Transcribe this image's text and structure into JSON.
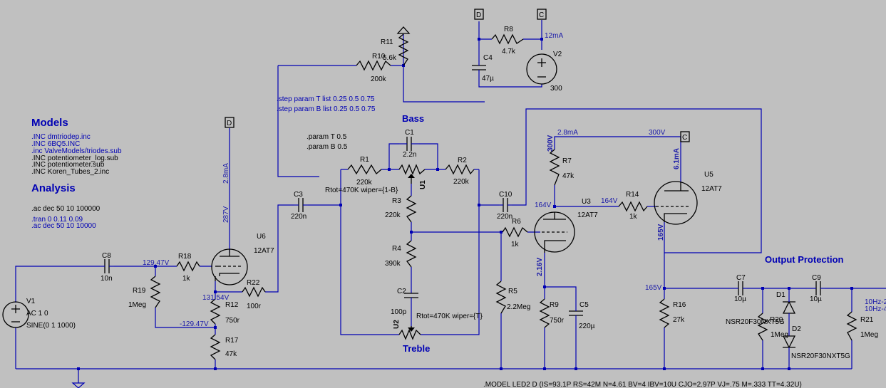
{
  "headings": {
    "models": "Models",
    "analysis": "Analysis",
    "bass": "Bass",
    "treble": "Treble",
    "output_protection": "Output Protection"
  },
  "includes": [
    ".INC dmtriodep.inc",
    ".INC 6BQ5.INC",
    ".inc ValveModels/triodes.sub",
    ".INC potentiometer_log.sub",
    ".INC potentiometer.sub",
    ".INC Koren_Tubes_2.inc"
  ],
  "analysis": {
    "ac1": ".ac dec 50 10 100000",
    "tran": ".tran 0 0.11 0.09",
    "ac2": ".ac dec 50 10 10000"
  },
  "params": {
    "step_t": ".step param T list 0.25 0.5 0.75",
    "step_b": ".step param B list 0.25 0.5 0.75",
    "param_t": ".param T 0.5",
    "param_b": ".param B 0.5"
  },
  "model_line": ".MODEL LED2 D (IS=93.1P RS=42M N=4.61 BV=4 IBV=10U CJO=2.97P VJ=.75 M=.333 TT=4.32U)",
  "pot_u1": "Rtot=470K wiper={1-B}",
  "pot_u2": "Rtot=470K wiper={T}",
  "components": {
    "V1": {
      "name": "V1",
      "l1": "AC 1 0",
      "l2": "SINE(0 1 1000)"
    },
    "V2": {
      "name": "V2",
      "value": "300"
    },
    "R1": {
      "name": "R1",
      "value": "220k"
    },
    "R2": {
      "name": "R2",
      "value": "220k"
    },
    "R3": {
      "name": "R3",
      "value": "220k"
    },
    "R4": {
      "name": "R4",
      "value": "390k"
    },
    "R5": {
      "name": "R5",
      "value": "2.2Meg"
    },
    "R6": {
      "name": "R6",
      "value": "1k"
    },
    "R7": {
      "name": "R7",
      "value": "47k"
    },
    "R8": {
      "name": "R8",
      "value": "4.7k"
    },
    "R9": {
      "name": "R9",
      "value": "750r"
    },
    "R10": {
      "name": "R10",
      "value": "200k"
    },
    "R11": {
      "name": "R11",
      "value": "5.6k"
    },
    "R12": {
      "name": "R12",
      "value": "750r"
    },
    "R14": {
      "name": "R14",
      "value": "1k"
    },
    "R16": {
      "name": "R16",
      "value": "27k"
    },
    "R17": {
      "name": "R17",
      "value": "47k"
    },
    "R18": {
      "name": "R18",
      "value": "1k"
    },
    "R19": {
      "name": "R19",
      "value": "1Meg"
    },
    "R20": {
      "name": "R20",
      "value": "1Meg"
    },
    "R21": {
      "name": "R21",
      "value": "1Meg"
    },
    "R22": {
      "name": "R22",
      "value": "100r"
    },
    "C1": {
      "name": "C1",
      "value": "2.2n"
    },
    "C2": {
      "name": "C2",
      "value": "100p"
    },
    "C3": {
      "name": "C3",
      "value": "220n"
    },
    "C4": {
      "name": "C4",
      "value": "47µ"
    },
    "C5": {
      "name": "C5",
      "value": "220µ"
    },
    "C7": {
      "name": "C7",
      "value": "10µ"
    },
    "C8": {
      "name": "C8",
      "value": "10n"
    },
    "C9": {
      "name": "C9",
      "value": "10µ"
    },
    "C10": {
      "name": "C10",
      "value": "220n"
    },
    "D1": {
      "name": "D1",
      "value": "NSR20F30NXT5G"
    },
    "D2": {
      "name": "D2",
      "value": "NSR20F30NXT5G"
    },
    "U1": "U1",
    "U2": "U2",
    "U3": "U3",
    "U3_type": "12AT7",
    "U5": "U5",
    "U5_type": "12AT7",
    "U6": "U6",
    "U6_type": "12AT7"
  },
  "flags": {
    "D": "D",
    "C": "C"
  },
  "voltages": {
    "v_u6_plate_i": "2.8mA",
    "v_u6_plate": "287V",
    "v_u6_grid": "129.47V",
    "v_u6_cath": "131.54V",
    "v_r12_r17": "-129.47V",
    "v_r7_top": "300V",
    "v_r7_i": "2.8mA",
    "v_u5_top": "300V",
    "v_u5_i": "6.1mA",
    "v_u3_plate": "164V",
    "v_u5_grid": "164V",
    "v_u5_cath": "165V",
    "v_out_node": "165V",
    "v_u3_cath": "2.16V",
    "v_supply_i": "12mA",
    "v_right_1": "10Hz-2",
    "v_right_2": "10Hz-4"
  },
  "colors": {
    "background": "#c0c0c0",
    "wire": "#0000b4",
    "component": "#000000"
  }
}
